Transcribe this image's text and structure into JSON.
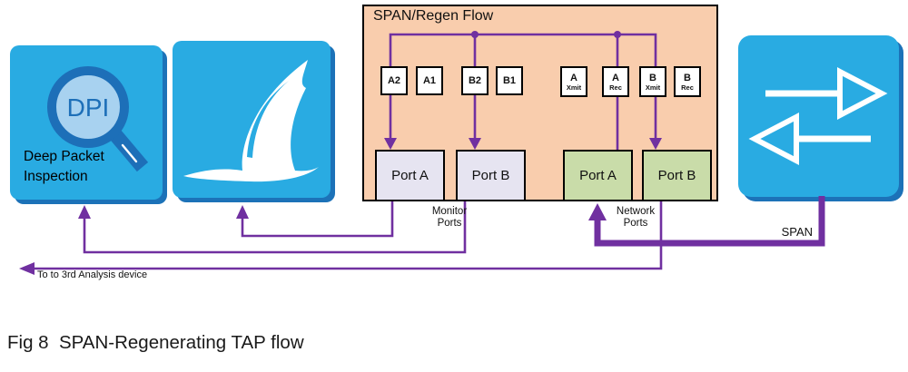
{
  "devices": {
    "dpi": {
      "icon_text": "DPI",
      "label": "Deep Packet\nInspection"
    },
    "wireshark": {
      "icon": "wireshark-fin"
    },
    "switch": {
      "icon": "bidirectional-arrows"
    }
  },
  "span_regen": {
    "title": "SPAN/Regen Flow",
    "monitor_jacks": [
      {
        "label": "A2"
      },
      {
        "label": "A1"
      },
      {
        "label": "B2"
      },
      {
        "label": "B1"
      }
    ],
    "network_jacks": [
      {
        "label": "A",
        "sub": "Xmit"
      },
      {
        "label": "A",
        "sub": "Rec"
      },
      {
        "label": "B",
        "sub": "Xmit"
      },
      {
        "label": "B",
        "sub": "Rec"
      }
    ],
    "monitor_ports": [
      {
        "label": "Port A"
      },
      {
        "label": "Port B"
      }
    ],
    "network_ports": [
      {
        "label": "Port A"
      },
      {
        "label": "Port B"
      }
    ],
    "monitor_ports_label": "Monitor\nPorts",
    "network_ports_label": "Network\nPorts"
  },
  "edge_labels": {
    "span": "SPAN",
    "third_device": "To to 3rd Analysis device"
  },
  "caption": "Fig 8  SPAN-Regenerating TAP flow",
  "colors": {
    "device_blue": "#29ABE2",
    "device_shadow": "#1C72B8",
    "flow_purple": "#7030A0",
    "container_peach": "#F9CDAD",
    "monitor_port_fill": "#E6E4F1",
    "network_port_fill": "#C9DCA9",
    "magnifier_dark_blue": "#1D6FB8",
    "magnifier_lens": "#A8D2F0"
  }
}
